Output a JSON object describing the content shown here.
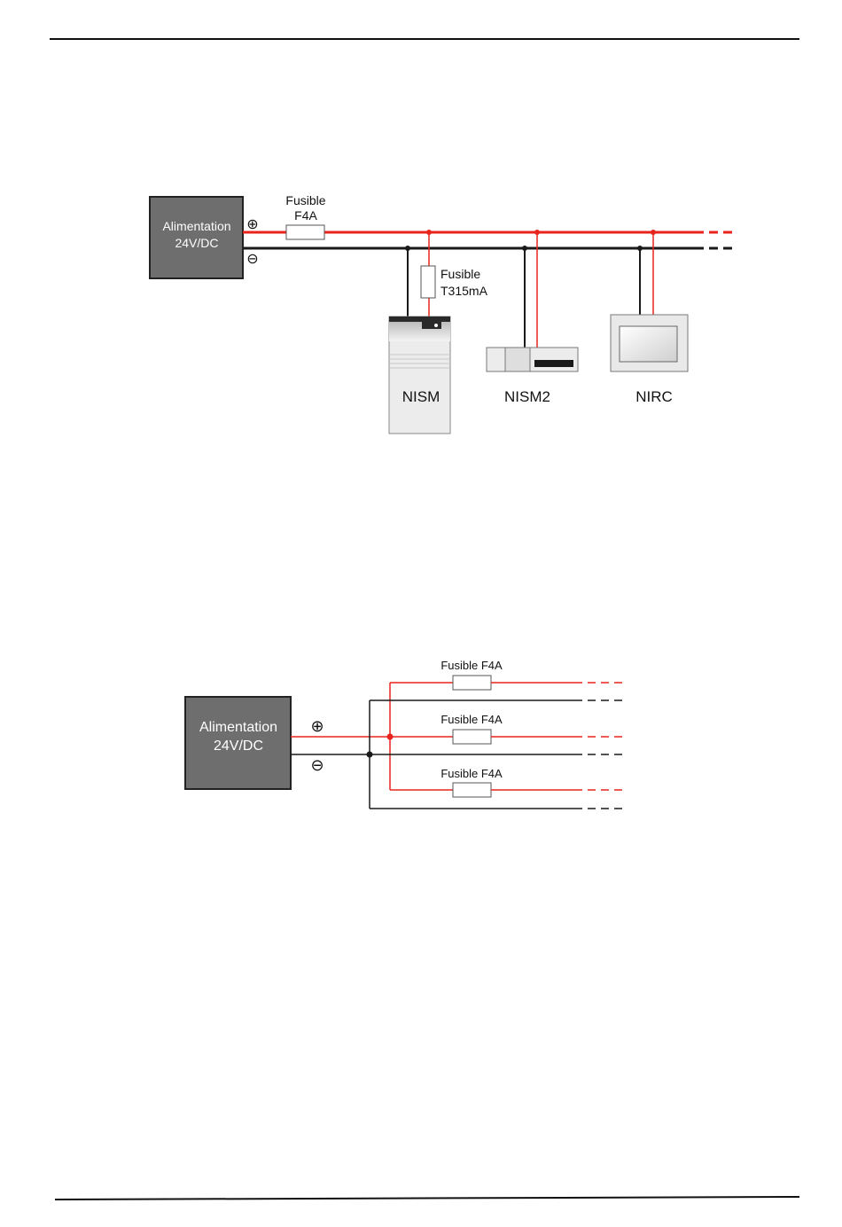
{
  "diagram1": {
    "psu_line1": "Alimentation",
    "psu_line2": "24V/DC",
    "plus_symbol": "⊕",
    "minus_symbol": "⊖",
    "main_fuse_line1": "Fusible",
    "main_fuse_line2": "F4A",
    "branch_fuse_line1": "Fusible",
    "branch_fuse_line2": "T315mA",
    "device_nism": "NISM",
    "device_nism2": "NISM2",
    "device_nirc": "NIRC"
  },
  "diagram2": {
    "psu_line1": "Alimentation",
    "psu_line2": "24V/DC",
    "plus_symbol": "⊕",
    "minus_symbol": "⊖",
    "fuse_labels": [
      "Fusible F4A",
      "Fusible F4A",
      "Fusible F4A"
    ]
  },
  "colors": {
    "positive_wire": "#e8231c",
    "negative_wire": "#1a1a1a",
    "psu_fill": "#6e6e6e"
  }
}
